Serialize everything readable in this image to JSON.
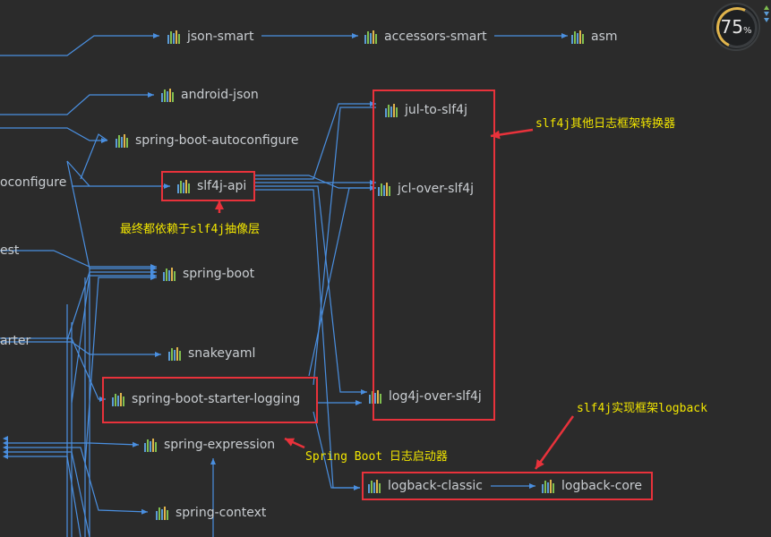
{
  "nodes": {
    "json_smart": "json-smart",
    "accessors_smart": "accessors-smart",
    "asm": "asm",
    "android_json": "android-json",
    "spring_boot_autoconfigure": "spring-boot-autoconfigure",
    "slf4j_api": "slf4j-api",
    "spring_boot": "spring-boot",
    "snakeyaml": "snakeyaml",
    "spring_boot_starter_logging": "spring-boot-starter-logging",
    "spring_expression": "spring-expression",
    "spring_context": "spring-context",
    "jul_to_slf4j": "jul-to-slf4j",
    "jcl_over_slf4j": "jcl-over-slf4j",
    "log4j_over_slf4j": "log4j-over-slf4j",
    "logback_classic": "logback-classic",
    "logback_core": "logback-core"
  },
  "edge_labels": {
    "left_1": "oconfigure",
    "left_2": "est",
    "left_3": "arter"
  },
  "annotations": {
    "bridges": "slf4j其他日志框架转换器",
    "abstraction": "最终都依赖于slf4j抽像层",
    "starter": "Spring Boot 日志启动器",
    "impl": "slf4j实现框架logback"
  },
  "zoom": {
    "value": "75",
    "unit": "%"
  },
  "colors": {
    "background": "#2b2b2b",
    "edge": "#4a8fe0",
    "highlight": "#e8323b",
    "annotation": "#f2e600"
  }
}
